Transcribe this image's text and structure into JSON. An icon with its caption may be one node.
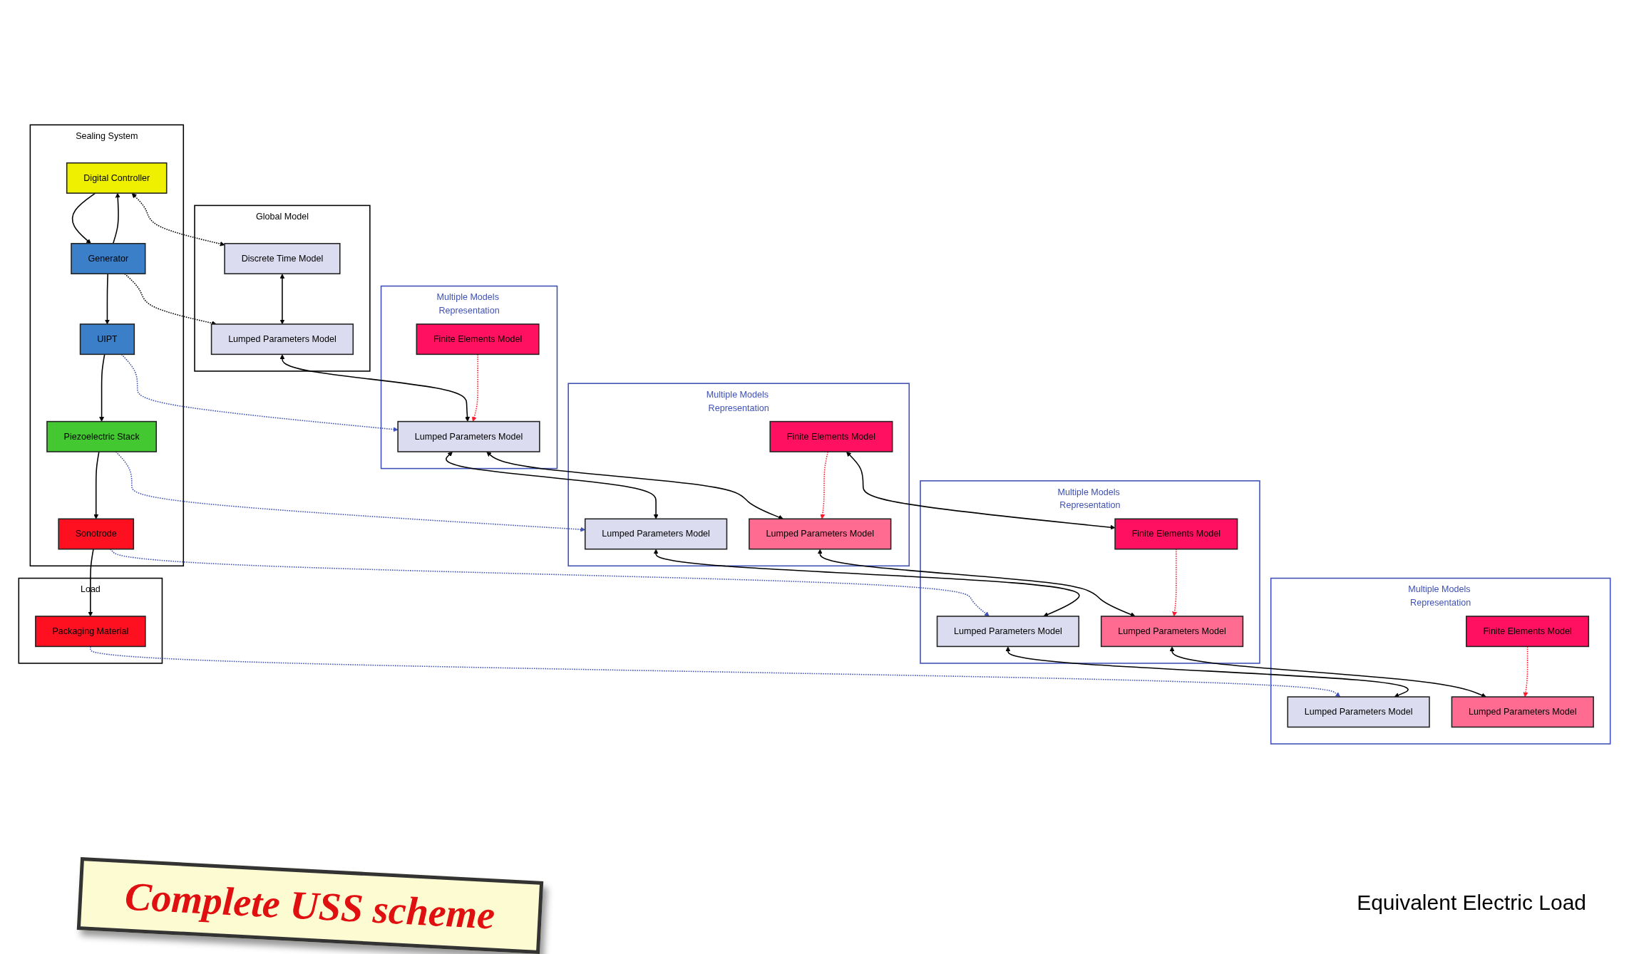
{
  "diagram": {
    "title": "Complete USS scheme",
    "nodes": [
      {
        "text": [
          "Sealing System"
        ]
      },
      {
        "text": [
          "Digital Controller"
        ],
        "in": 0
      },
      {
        "text": [
          "Generator"
        ],
        "in": 0
      },
      {
        "text": [
          "UIPT"
        ],
        "in": 0
      },
      {
        "text": [
          "Piezoelectric Stack"
        ],
        "in": 0
      },
      {
        "text": [
          "Sonotrode"
        ],
        "in": 0
      },
      {
        "text": [
          "Load"
        ]
      },
      {
        "text": [
          "Packaging Material"
        ],
        "in": 6
      },
      {
        "text": [
          "Global Model"
        ]
      },
      {
        "text": [
          "Discrete Time Model"
        ],
        "in": 8
      },
      {
        "text": [
          "Lumped Parameters Model"
        ],
        "in": 8
      },
      {
        "text": [
          "Multiple Models Representation"
        ]
      },
      {
        "text": [
          "Lumped Parameters Model"
        ],
        "in": 11
      },
      {
        "text": [
          "Finite Elements Model"
        ],
        "in": 11
      },
      {
        "text": [
          "Multiple Models Representation"
        ]
      },
      {
        "text": [
          "Lumped Parameters Model"
        ],
        "in": 14
      },
      {
        "text": [
          "Lumped Parameters Model"
        ],
        "in": 14
      },
      {
        "text": [
          "Finite Elements Model"
        ],
        "in": 14
      },
      {
        "text": [
          "Multiple Models Representation"
        ]
      },
      {
        "text": [
          "Lumped Parameters Model"
        ],
        "in": 18
      },
      {
        "text": [
          "Lumped Parameters Model"
        ],
        "in": 18
      },
      {
        "text": [
          "Finite Elements Model"
        ],
        "in": 18
      },
      {
        "text": [
          "Multiple Models Representation"
        ]
      },
      {
        "text": [
          "Lumped Parameters Model"
        ],
        "in": 22
      },
      {
        "text": [
          "Lumped Parameters Model"
        ],
        "in": 22
      },
      {
        "text": [
          "Finite Elements Model"
        ],
        "in": 22
      }
    ],
    "edges": [
      {
        "from": 1,
        "to": 2,
        "arrow": "to"
      },
      {
        "from": 2,
        "to": 3,
        "arrow": "to"
      },
      {
        "from": 2,
        "to": 1,
        "arrow": "to"
      },
      {
        "from": 3,
        "to": 4,
        "arrow": "to"
      },
      {
        "from": 4,
        "to": 5,
        "arrow": "to"
      },
      {
        "from": 5,
        "to": 7,
        "arrow": "to"
      },
      {
        "from": 1,
        "to": 9,
        "arrow": "both",
        "style": "dashed"
      },
      {
        "from": 2,
        "to": 10,
        "arrow": "to",
        "style": "dashed"
      },
      {
        "from": 3,
        "to": 12,
        "arrow": "to",
        "style": "dashed",
        "color": "#3f51b5"
      },
      {
        "from": 4,
        "to": 15,
        "arrow": "to",
        "style": "dashed",
        "color": "#3f51b5"
      },
      {
        "from": 5,
        "to": 19,
        "arrow": "to",
        "style": "dashed",
        "color": "#3f51b5"
      },
      {
        "from": 7,
        "to": 23,
        "arrow": "to",
        "style": "dashed",
        "color": "#3f51b5"
      },
      {
        "from": 9,
        "to": 10,
        "arrow": "both"
      },
      {
        "from": 10,
        "to": 12,
        "arrow": "both"
      },
      {
        "from": 12,
        "to": 15,
        "arrow": "both"
      },
      {
        "from": 12,
        "to": 16,
        "arrow": "both"
      },
      {
        "from": 15,
        "to": 19,
        "arrow": "both"
      },
      {
        "from": 19,
        "to": 23,
        "arrow": "both"
      },
      {
        "from": 16,
        "to": 20,
        "arrow": "both"
      },
      {
        "from": 20,
        "to": 24,
        "arrow": "both"
      },
      {
        "from": 13,
        "to": 12,
        "arrow": "to",
        "style": "dashed",
        "color": "#ff1a2e"
      },
      {
        "from": 17,
        "to": 16,
        "arrow": "to",
        "style": "dashed",
        "color": "#ff1a2e"
      },
      {
        "from": 21,
        "to": 20,
        "arrow": "to",
        "style": "dashed",
        "color": "#ff1a2e"
      },
      {
        "from": 25,
        "to": 24,
        "arrow": "to",
        "style": "dashed",
        "color": "#ff1a2e"
      },
      {
        "from": 17,
        "to": 21,
        "arrow": "both"
      }
    ],
    "labels": [
      "Equivalent Electric Load"
    ]
  }
}
